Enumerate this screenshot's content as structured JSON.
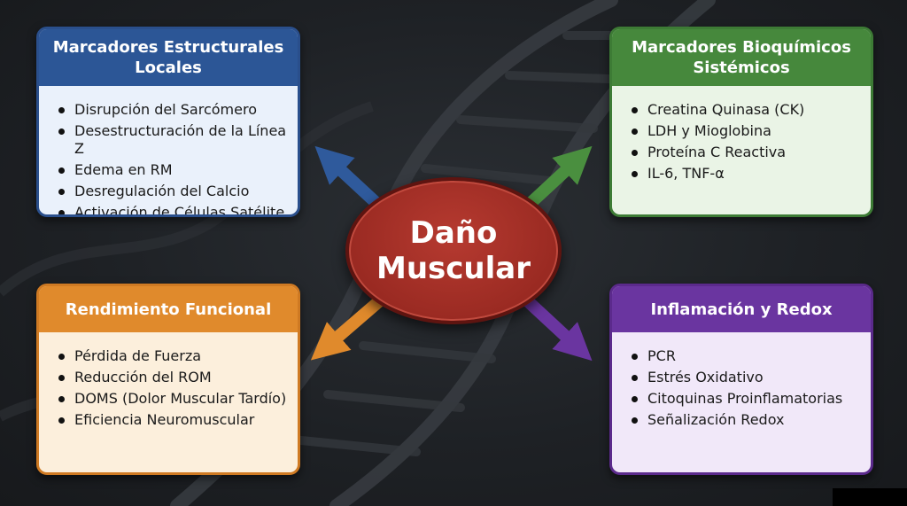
{
  "center": {
    "title": "Daño\nMuscular",
    "color": "#9a2a22"
  },
  "cards": {
    "structural": {
      "title": "Marcadores Estructurales Locales",
      "color": "#2c5696",
      "items": [
        "Disrupción del Sarcómero",
        "Desestructuración de la Línea Z",
        "Edema en RM",
        "Desregulación del Calcio",
        "Activación de Células Satélite"
      ]
    },
    "biochemical": {
      "title": "Marcadores Bioquímicos Sistémicos",
      "color": "#46883c",
      "items": [
        "Creatina Quinasa (CK)",
        "LDH y Mioglobina",
        "Proteína C Reactiva",
        "IL-6, TNF-α"
      ]
    },
    "functional": {
      "title": "Rendimiento Funcional",
      "color": "#e08a2c",
      "items": [
        "Pérdida de Fuerza",
        "Reducción del ROM",
        "DOMS (Dolor Muscular Tardío)",
        "Eficiencia Neuromuscular"
      ]
    },
    "inflammation": {
      "title": "Inflamación y Redox",
      "color": "#6a35a0",
      "items": [
        "PCR",
        "Estrés Oxidativo",
        "Citoquinas Proinflamatorias",
        "Señalización Redox"
      ]
    }
  },
  "background": {
    "decoration": "dna-helix-icon"
  }
}
